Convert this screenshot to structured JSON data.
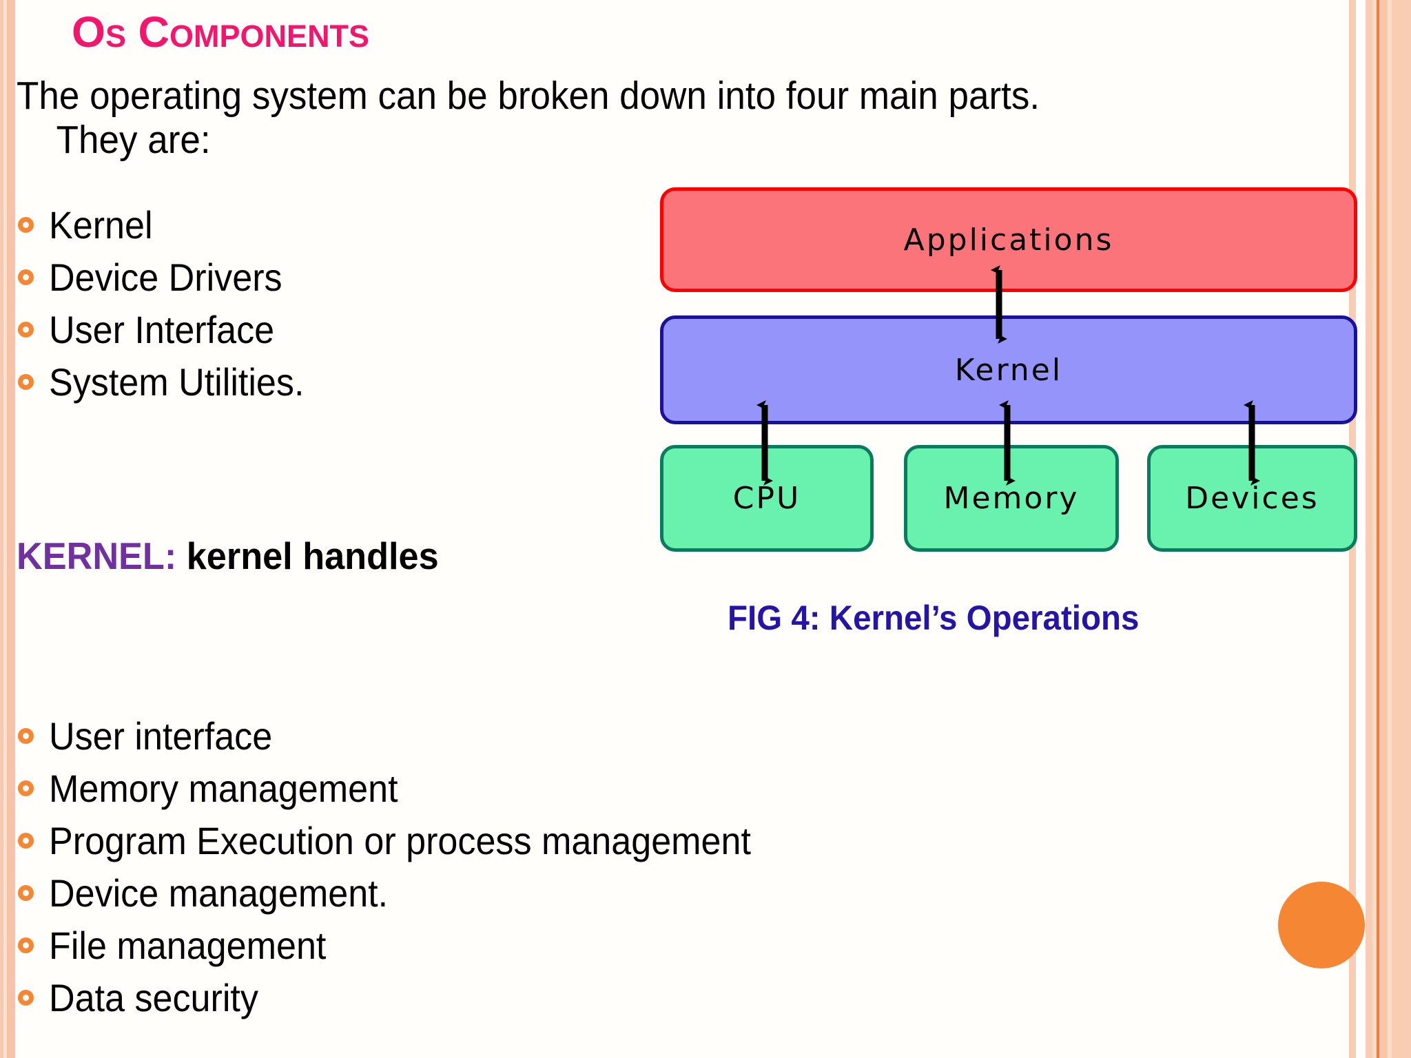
{
  "slide": {
    "title_primary": "O",
    "title_small_1": "S",
    "title_space": " ",
    "title_primary_2": "C",
    "title_small_2": "OMPONENTS",
    "title_full": "Os Components",
    "title_color": "#f4156c",
    "background": "#fffefb"
  },
  "intro": {
    "line1": "The operating system can be broken down into four main parts.",
    "line2": "They are:"
  },
  "components_list": [
    {
      "label": "Kernel"
    },
    {
      "label": "Device Drivers"
    },
    {
      "label": "User Interface"
    },
    {
      "label": "System Utilities."
    }
  ],
  "kernel_heading": {
    "label": "KERNEL:",
    "label_color": "#7030a0",
    "rest": " kernel handles",
    "rest_color": "#000000"
  },
  "kernel_tasks": [
    {
      "label": "User interface"
    },
    {
      "label": "Memory management"
    },
    {
      "label": "Program  Execution or process management"
    },
    {
      "label": "Device management."
    },
    {
      "label": "File management"
    },
    {
      "label": "Data security"
    }
  ],
  "diagram": {
    "caption": "FIG 4: Kernel’s Operations",
    "caption_color": "#2414a8",
    "boxes": {
      "applications": {
        "label": "Applications",
        "fill": "#fb7479",
        "border": "#fe0000"
      },
      "kernel": {
        "label": "Kernel",
        "fill": "#9494fb",
        "border": "#1b109a"
      },
      "cpu": {
        "label": "CPU",
        "fill": "#69f2ad",
        "border": "#0a7b5c"
      },
      "memory": {
        "label": "Memory",
        "fill": "#69f2ad",
        "border": "#0a7b5c"
      },
      "devices": {
        "label": "Devices",
        "fill": "#69f2ad",
        "border": "#0a7b5c"
      }
    },
    "arrows": [
      {
        "name": "applications-kernel",
        "type": "double-headed-vertical"
      },
      {
        "name": "kernel-cpu",
        "type": "double-headed-vertical"
      },
      {
        "name": "kernel-memory",
        "type": "double-headed-vertical"
      },
      {
        "name": "kernel-devices",
        "type": "double-headed-vertical"
      }
    ]
  },
  "decor": {
    "bullet_color": "#f58634",
    "circle_color": "#f58634",
    "band_color": "#f9cdb3"
  }
}
